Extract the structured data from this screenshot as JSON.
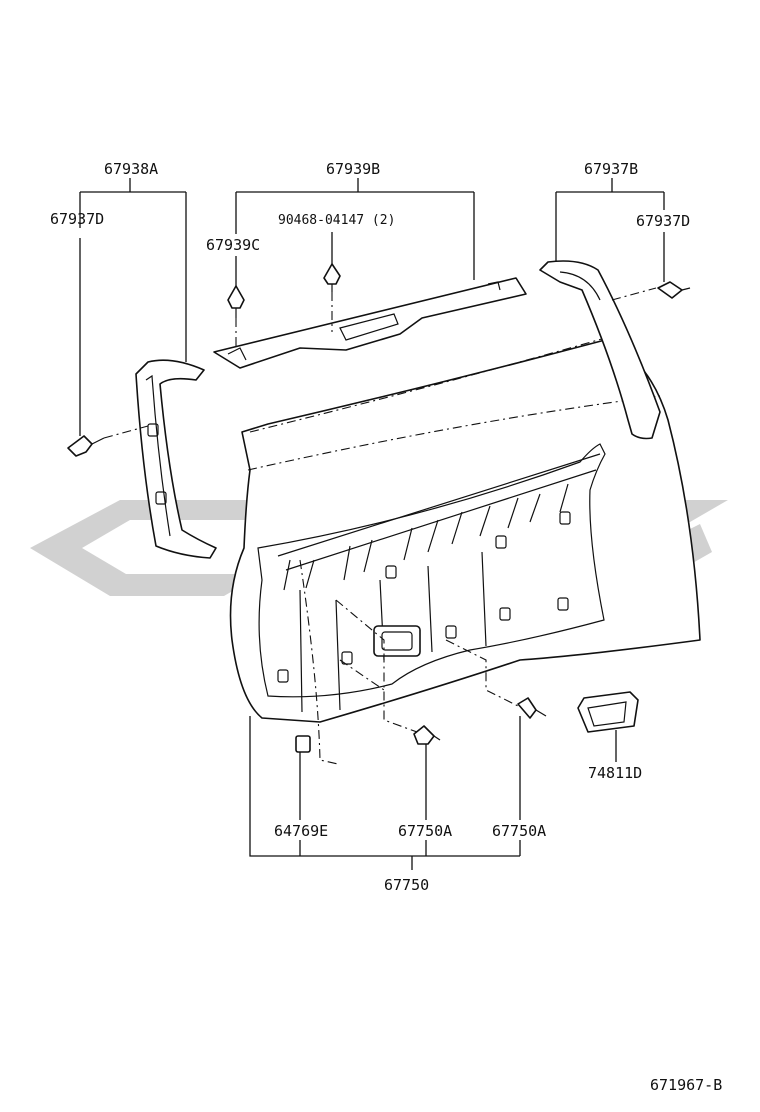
{
  "parts": {
    "trim_left": "67938A",
    "clip_left": "67937D",
    "trim_upper": "67939B",
    "bolt_upper": "90468-04147 (2)",
    "clip_upper": "67939C",
    "trim_right": "67937B",
    "clip_right": "67937D",
    "cover": "74811D",
    "clip_lower_a": "67750A",
    "clip_lower_b": "67750A",
    "nut": "64769E",
    "board_assy": "67750"
  },
  "diagram_code": "671967-B",
  "colors": {
    "line": "#111111",
    "watermark": "#c9c9c9"
  }
}
